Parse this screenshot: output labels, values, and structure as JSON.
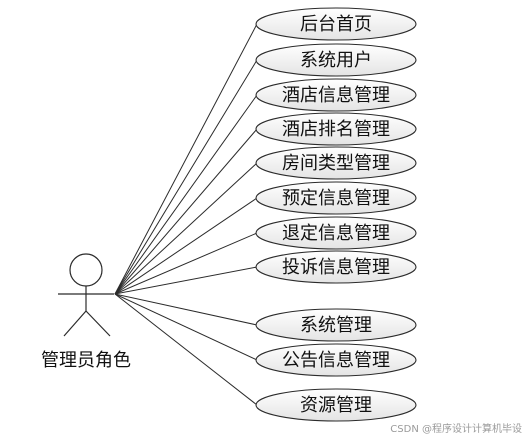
{
  "actor": {
    "label": "管理员角色"
  },
  "use_cases": [
    {
      "id": "home",
      "label": "后台首页"
    },
    {
      "id": "system-user",
      "label": "系统用户"
    },
    {
      "id": "hotel-info",
      "label": "酒店信息管理"
    },
    {
      "id": "hotel-rank",
      "label": "酒店排名管理"
    },
    {
      "id": "room-type",
      "label": "房间类型管理"
    },
    {
      "id": "booking-info",
      "label": "预定信息管理"
    },
    {
      "id": "checkout-info",
      "label": "退定信息管理"
    },
    {
      "id": "complaint-info",
      "label": "投诉信息管理"
    },
    {
      "id": "system-manage",
      "label": "系统管理"
    },
    {
      "id": "notice-info",
      "label": "公告信息管理"
    },
    {
      "id": "resource-manage",
      "label": "资源管理"
    }
  ],
  "colors": {
    "stroke": "#2b2b2b",
    "ellipse_fill_top": "#ffffff",
    "ellipse_fill_bottom": "#e4e4e4",
    "text": "#111111"
  },
  "watermark": {
    "text": "CSDN @程序设计计算机毕设"
  }
}
